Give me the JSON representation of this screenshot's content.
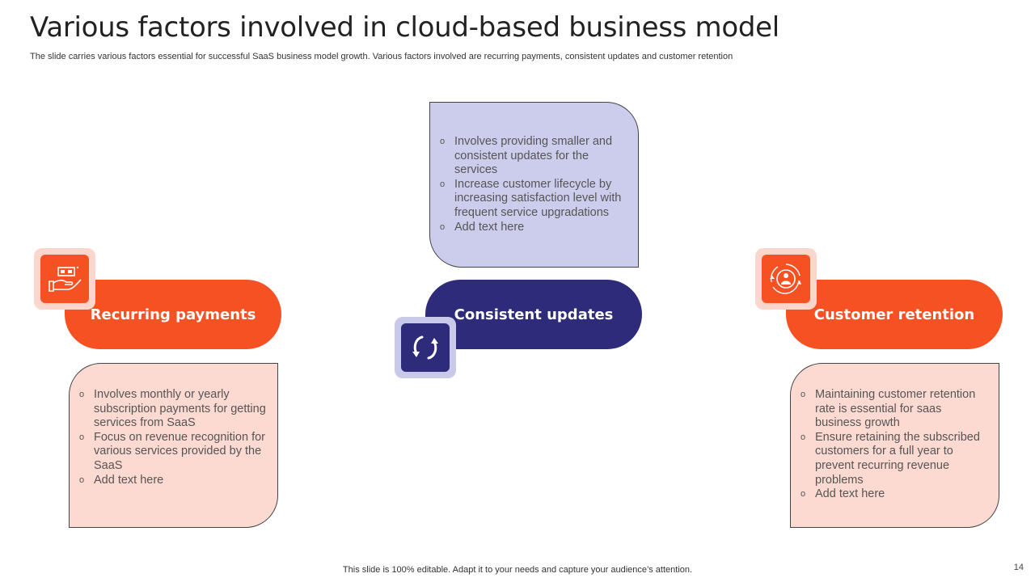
{
  "slide": {
    "title": "Various factors involved in cloud-based business model",
    "subtitle": "The slide carries various factors essential for successful SaaS business model growth. Various factors involved are recurring payments, consistent updates and customer retention",
    "footer": "This slide is 100% editable. Adapt it to your needs and capture your audience’s attention.",
    "page_number": "14"
  },
  "colors": {
    "orange": "#f65123",
    "navy": "#2e2c7a",
    "light_orange": "#fcdad2",
    "light_navy": "#cccdec"
  },
  "factors": [
    {
      "label": "Recurring payments",
      "icon": "hand-holding-money-icon",
      "bullets": [
        "Involves monthly or yearly subscription payments for getting services from SaaS",
        "Focus on revenue recognition for various services provided by the SaaS",
        "Add text here"
      ]
    },
    {
      "label": "Consistent updates",
      "icon": "refresh-cycle-icon",
      "bullets": [
        "Involves providing smaller and consistent updates for the services",
        "Increase customer lifecycle by increasing satisfaction level with frequent service upgradations",
        "Add text here"
      ]
    },
    {
      "label": "Customer retention",
      "icon": "customer-cycle-icon",
      "bullets": [
        "Maintaining customer retention rate is essential for saas business growth",
        "Ensure retaining the subscribed customers for a full year to prevent recurring revenue problems",
        "Add text here"
      ]
    }
  ]
}
